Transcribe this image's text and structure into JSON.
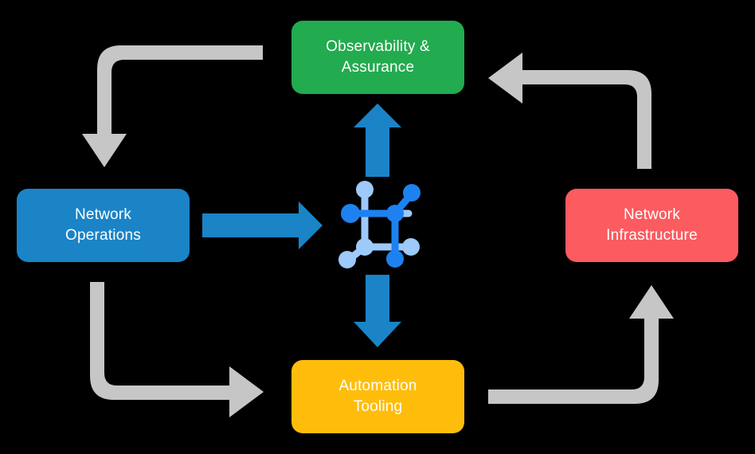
{
  "diagram": {
    "title": "Network operations lifecycle cycle diagram",
    "background_color": "#000000",
    "center_icon": {
      "name": "network-mesh-icon",
      "color_primary": "#1d82f0",
      "color_secondary": "#9dc9fb"
    },
    "nodes": [
      {
        "id": "observability",
        "label": "Observability &\nAssurance",
        "color": "#22ab4f",
        "text_color": "#ffffff",
        "position": "top"
      },
      {
        "id": "operations",
        "label": "Network\nOperations",
        "color": "#1a84c7",
        "text_color": "#ffffff",
        "position": "left"
      },
      {
        "id": "infrastructure",
        "label": "Network\nInfrastructure",
        "color": "#fc5b5f",
        "text_color": "#ffffff",
        "position": "right"
      },
      {
        "id": "automation",
        "label": "Automation\nTooling",
        "color": "#ffbd0b",
        "text_color": "#ffffff",
        "position": "bottom"
      }
    ],
    "flow_arrows": [
      {
        "id": "observability-to-operations",
        "from": "observability",
        "to": "operations",
        "style": "elbow",
        "color": "#c6c6c6",
        "direction": "down"
      },
      {
        "id": "operations-to-automation",
        "from": "operations",
        "to": "automation",
        "style": "elbow",
        "color": "#c6c6c6",
        "direction": "right"
      },
      {
        "id": "automation-to-infrastructure",
        "from": "automation",
        "to": "infrastructure",
        "style": "elbow",
        "color": "#c6c6c6",
        "direction": "up"
      },
      {
        "id": "infrastructure-to-observability",
        "from": "infrastructure",
        "to": "observability",
        "style": "elbow",
        "color": "#c6c6c6",
        "direction": "left"
      }
    ],
    "center_arrows": [
      {
        "id": "operations-to-center",
        "from": "operations",
        "to": "center",
        "color": "#1a84c7",
        "direction": "right"
      },
      {
        "id": "center-to-observability",
        "from": "center",
        "to": "observability",
        "color": "#1a84c7",
        "direction": "up"
      },
      {
        "id": "center-to-automation",
        "from": "center",
        "to": "automation",
        "color": "#1a84c7",
        "direction": "down"
      }
    ]
  }
}
